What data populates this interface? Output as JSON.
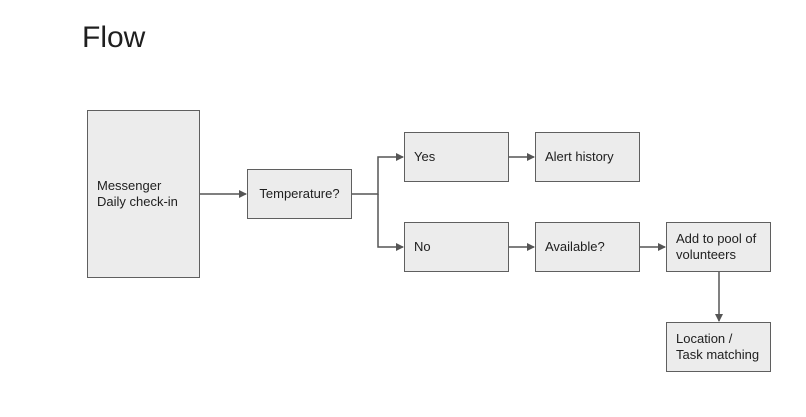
{
  "title": "Flow",
  "colors": {
    "node_fill": "#ececec",
    "node_border": "#5f5f5f",
    "connector": "#555555"
  },
  "nodes": {
    "messenger": "Messenger\nDaily check-in",
    "temperature": "Temperature?",
    "yes": "Yes",
    "alert_history": "Alert history",
    "no": "No",
    "available": "Available?",
    "add_to_pool": "Add to pool of\nvolunteers",
    "location_task": "Location /\nTask matching"
  },
  "edges": [
    {
      "from": "messenger",
      "to": "temperature"
    },
    {
      "from": "temperature",
      "to": "yes"
    },
    {
      "from": "temperature",
      "to": "no"
    },
    {
      "from": "yes",
      "to": "alert_history"
    },
    {
      "from": "no",
      "to": "available"
    },
    {
      "from": "available",
      "to": "add_to_pool"
    },
    {
      "from": "add_to_pool",
      "to": "location_task"
    }
  ]
}
